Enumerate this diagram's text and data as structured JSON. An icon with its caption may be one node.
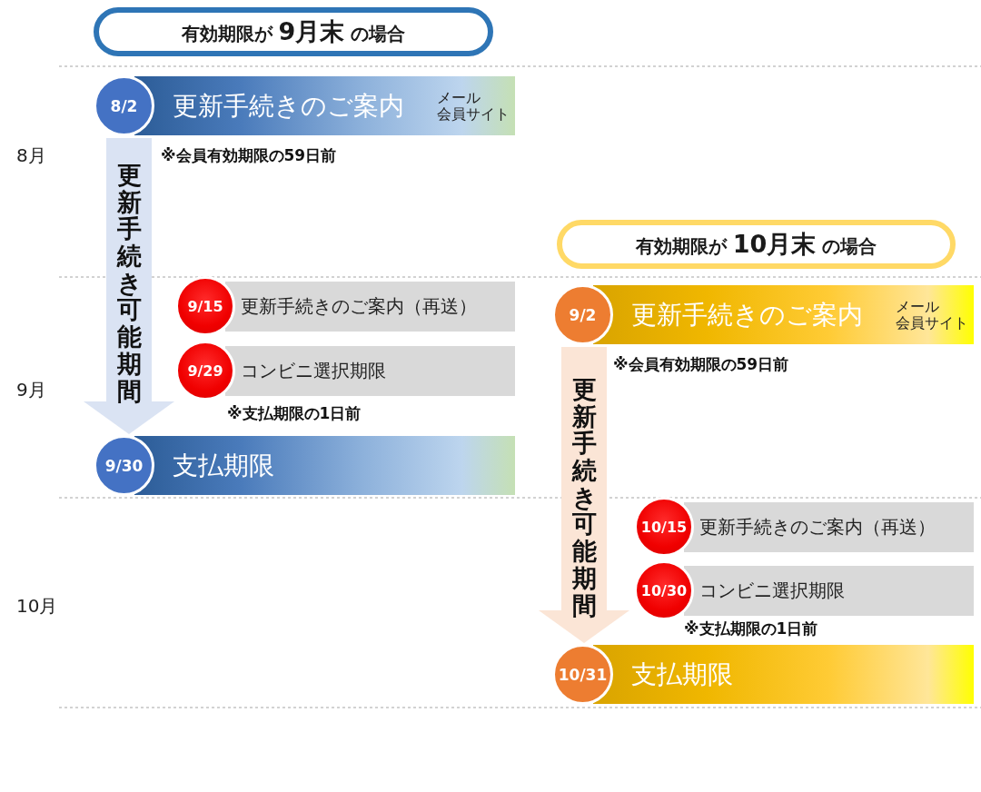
{
  "diagram": {
    "nodes": [
      {
        "text": [
          "有効期限が **9月末** の場合"
        ]
      },
      {
        "text": [
          "8/2",
          "更新手続きのご案内",
          "メール",
          "会員サイト"
        ],
        "beside": [
          "※会員有効期限の59日前"
        ]
      },
      {
        "text": [
          "9/15",
          "更新手続きのご案内（再送）"
        ]
      },
      {
        "text": [
          "9/29",
          "コンビニ選択期限"
        ],
        "beside": [
          "※支払期限の1日前"
        ]
      },
      {
        "text": [
          "9/30",
          "支払期限"
        ]
      },
      {
        "text": [
          "有効期限が **10月末** の場合"
        ]
      },
      {
        "text": [
          "9/2",
          "更新手続きのご案内",
          "メール",
          "会員サイト"
        ],
        "beside": [
          "※会員有効期限の59日前"
        ]
      },
      {
        "text": [
          "10/15",
          "更新手続きのご案内（再送）"
        ]
      },
      {
        "text": [
          "10/30",
          "コンビニ選択期限"
        ],
        "beside": [
          "※支払期限の1日前"
        ]
      },
      {
        "text": [
          "10/31",
          "支払期限"
        ]
      }
    ],
    "edges": [
      {
        "from": 1,
        "to": 4,
        "arrow": "to",
        "label": "更新手続き可能期間",
        "color": "#dae3f3"
      },
      {
        "from": 6,
        "to": 9,
        "arrow": "to",
        "label": "更新手続き可能期間",
        "color": "#fbe5d6"
      }
    ],
    "labels": [
      "8月",
      "9月",
      "10月"
    ]
  }
}
